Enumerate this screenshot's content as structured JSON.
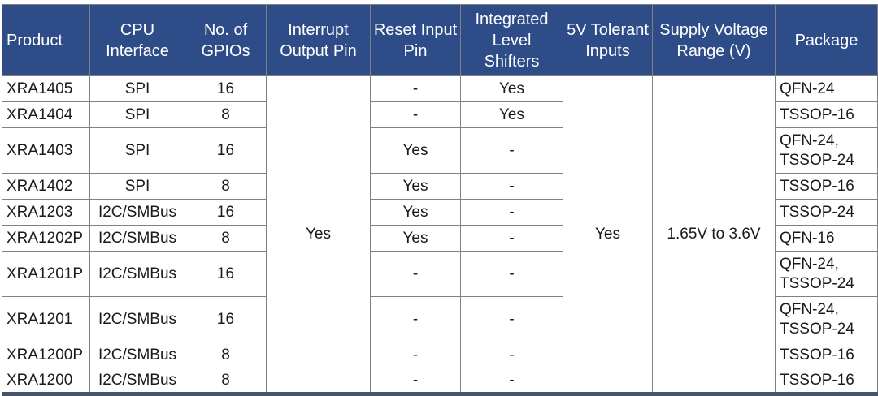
{
  "table": {
    "columns": {
      "product": "Product",
      "cpu_interface": "CPU Interface",
      "gpios": "No. of GPIOs",
      "interrupt_output_pin": "Interrupt Output Pin",
      "reset_input_pin": "Reset Input Pin",
      "level_shifters": "Integrated Level Shifters",
      "tolerant_inputs": "5V Tolerant Inputs",
      "supply_voltage": "Supply Voltage Range (V)",
      "package": "Package"
    },
    "merged": {
      "interrupt_output_pin": "Yes",
      "tolerant_inputs": "Yes",
      "supply_voltage": "1.65V to 3.6V"
    },
    "rows": [
      {
        "product": "XRA1405",
        "cpu": "SPI",
        "gpios": "16",
        "reset": "-",
        "shifters": "Yes",
        "package": "QFN-24"
      },
      {
        "product": "XRA1404",
        "cpu": "SPI",
        "gpios": "8",
        "reset": "-",
        "shifters": "Yes",
        "package": "TSSOP-16"
      },
      {
        "product": "XRA1403",
        "cpu": "SPI",
        "gpios": "16",
        "reset": "Yes",
        "shifters": "-",
        "package": "QFN-24, TSSOP-24"
      },
      {
        "product": "XRA1402",
        "cpu": "SPI",
        "gpios": "8",
        "reset": "Yes",
        "shifters": "-",
        "package": "TSSOP-16"
      },
      {
        "product": "XRA1203",
        "cpu": "I2C/SMBus",
        "gpios": "16",
        "reset": "Yes",
        "shifters": "-",
        "package": "TSSOP-24"
      },
      {
        "product": "XRA1202P",
        "cpu": "I2C/SMBus",
        "gpios": "8",
        "reset": "Yes",
        "shifters": "-",
        "package": "QFN-16"
      },
      {
        "product": "XRA1201P",
        "cpu": "I2C/SMBus",
        "gpios": "16",
        "reset": "-",
        "shifters": "-",
        "package": "QFN-24, TSSOP-24"
      },
      {
        "product": "XRA1201",
        "cpu": "I2C/SMBus",
        "gpios": "16",
        "reset": "-",
        "shifters": "-",
        "package": "QFN-24, TSSOP-24"
      },
      {
        "product": "XRA1200P",
        "cpu": "I2C/SMBus",
        "gpios": "8",
        "reset": "-",
        "shifters": "-",
        "package": "TSSOP-16"
      },
      {
        "product": "XRA1200",
        "cpu": "I2C/SMBus",
        "gpios": "8",
        "reset": "-",
        "shifters": "-",
        "package": "TSSOP-16"
      }
    ],
    "colors": {
      "header_background": "#2e4c87",
      "header_text": "#ffffff",
      "grid_border": "#808080",
      "bottom_bar": "#44546a",
      "body_text": "#1a1a1a"
    }
  }
}
